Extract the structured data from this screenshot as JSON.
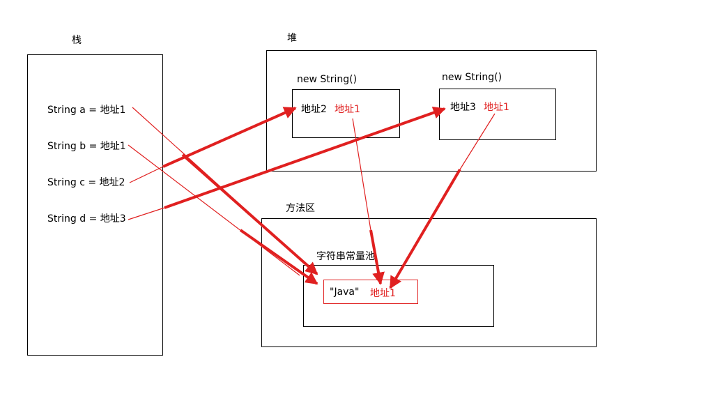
{
  "stack": {
    "title": "栈",
    "lines": [
      "String a = 地址1",
      "String b = 地址1",
      "String c = 地址2",
      "String d = 地址3"
    ]
  },
  "heap": {
    "title": "堆",
    "objects": [
      {
        "header": "new String()",
        "addr": "地址2",
        "ref": "地址1"
      },
      {
        "header": "new String()",
        "addr": "地址3",
        "ref": "地址1"
      }
    ]
  },
  "method_area": {
    "title": "方法区",
    "pool_title": "字符串常量池",
    "literal": "\"Java\"",
    "literal_addr": "地址1"
  },
  "colors": {
    "arrow": "#e02020",
    "border": "#000000",
    "text": "#000000"
  }
}
